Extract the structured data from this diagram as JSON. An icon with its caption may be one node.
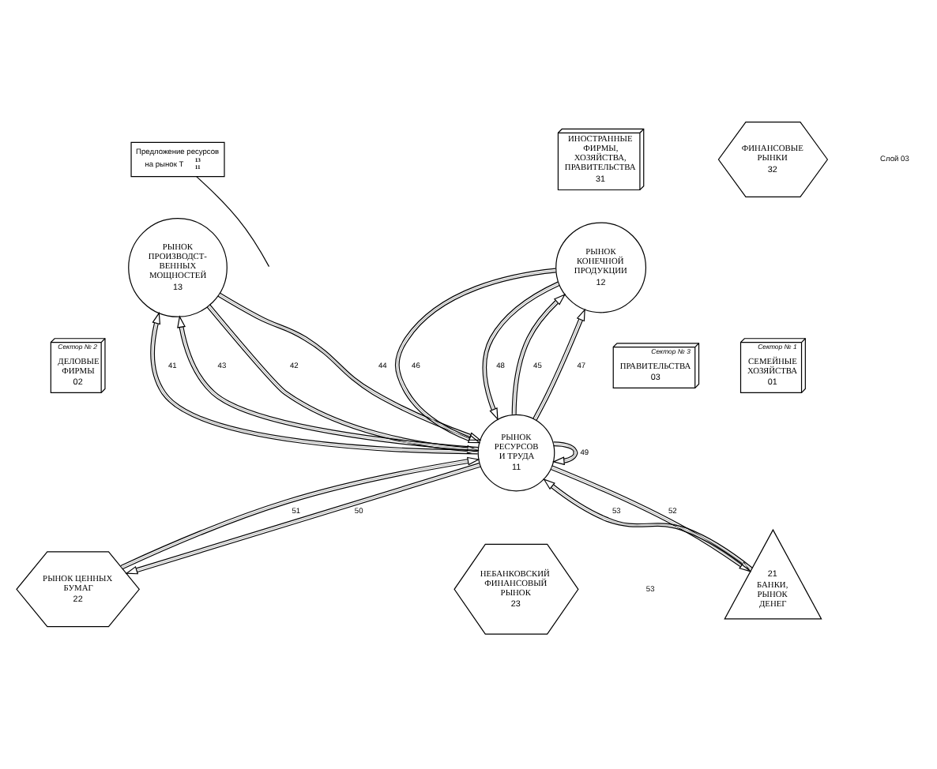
{
  "diagram": {
    "nodes": [
      {
        "text": [
          "ИНОСТРАННЫЕ ФИРМЫ, ХОЗЯЙСТВА, ПРАВИТЕЛЬСТВА",
          "31"
        ]
      },
      {
        "text": [
          "ФИНАНСОВЫЕ РЫНКИ",
          "32"
        ]
      },
      {
        "text": [
          "Предложение ресурсов на рынок T$^{13}$$_{11}$"
        ]
      },
      {
        "text": [
          "РЫНОК ПРОИЗВОДСТ-ВЕННЫХ МОЩНОСТЕЙ",
          "13"
        ]
      },
      {
        "text": [
          "РЫНОК КОНЕЧНОЙ ПРОДУКЦИИ",
          "12"
        ]
      },
      {
        "text": [
          "Сектор № 2",
          "ДЕЛОВЫЕ ФИРМЫ",
          "02"
        ]
      },
      {
        "text": [
          "Сектор № 3",
          "ПРАВИТЕЛЬСТВА",
          "03"
        ]
      },
      {
        "text": [
          "Сектор № 1",
          "СЕМЕЙНЫЕ ХОЗЯЙСТВА",
          "01"
        ]
      },
      {
        "text": [
          "РЫНОК ЦЕННЫХ БУМАГ",
          "22"
        ]
      },
      {
        "text": [
          "РЫНОК РЕСУРСОВ И ТРУДА",
          "11"
        ]
      },
      {
        "text": [
          "21",
          "БАНКИ, РЫНОК ДЕНЕГ"
        ]
      },
      {
        "text": [
          "НЕБАНКОВСКИЙ ФИНАНСОВЫЙ РЫНОК",
          "23"
        ]
      }
    ],
    "edges": [
      {
        "from": 9,
        "to": 3,
        "arrow": "to",
        "label": "41"
      },
      {
        "from": 3,
        "to": 9,
        "arrow": "to",
        "label": "42"
      },
      {
        "from": 9,
        "to": 3,
        "arrow": "to",
        "label": "43"
      },
      {
        "from": 3,
        "to": 9,
        "arrow": "to",
        "label": "44"
      },
      {
        "from": 9,
        "to": 4,
        "arrow": "to",
        "label": "45"
      },
      {
        "from": 4,
        "to": 9,
        "arrow": "to",
        "label": "46"
      },
      {
        "from": 9,
        "to": 4,
        "arrow": "to",
        "label": "47"
      },
      {
        "from": 4,
        "to": 9,
        "arrow": "to",
        "label": "48"
      },
      {
        "from": 9,
        "to": 9,
        "arrow": "to",
        "label": "49"
      },
      {
        "from": 9,
        "to": 8,
        "arrow": "to",
        "label": "50"
      },
      {
        "from": 8,
        "to": 9,
        "arrow": "to",
        "label": "51"
      },
      {
        "from": 9,
        "to": 10,
        "arrow": "to",
        "label": "52"
      },
      {
        "from": 10,
        "to": 9,
        "arrow": "to",
        "label": "53"
      },
      {
        "from": 2,
        "to": null,
        "arrow": "none"
      }
    ],
    "labels": [
      "Слой 03",
      "53"
    ]
  }
}
